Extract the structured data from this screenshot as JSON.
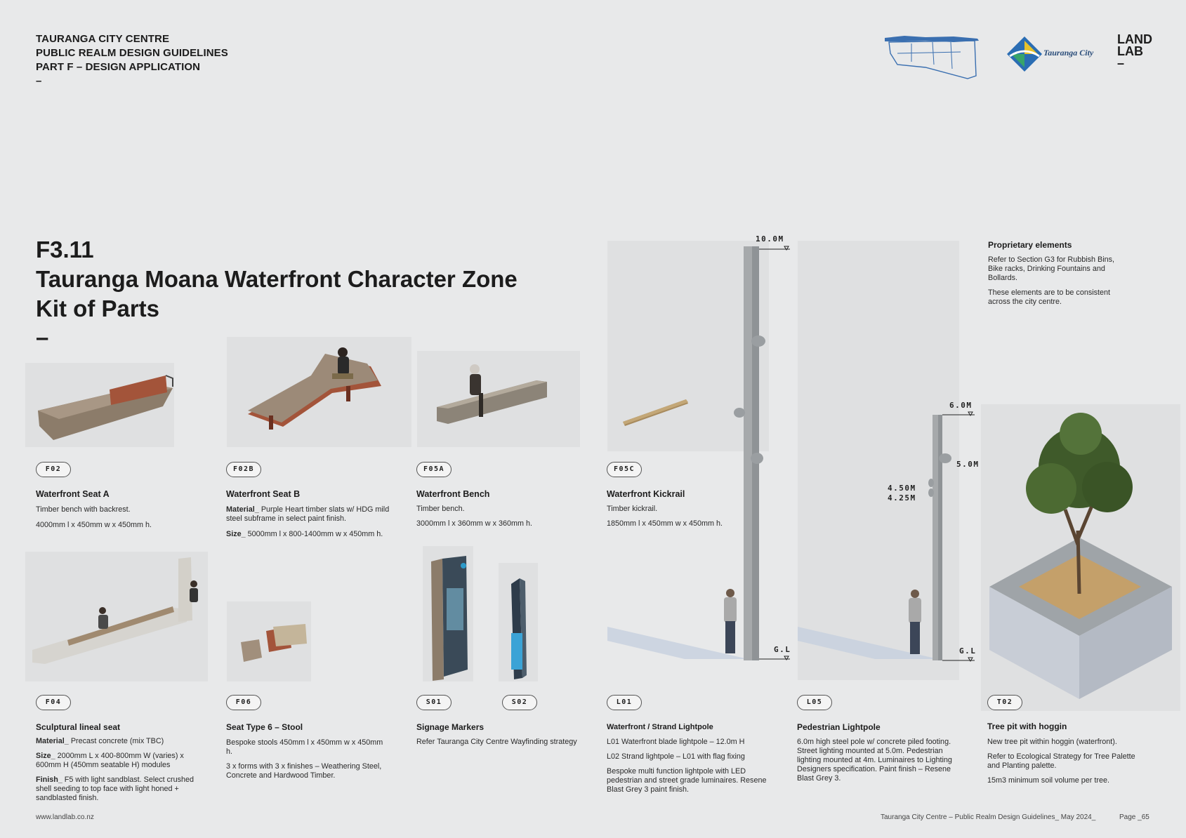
{
  "header": {
    "line1": "TAURANGA CITY CENTRE",
    "line2": "PUBLIC REALM DESIGN GUIDELINES",
    "line3": "PART F – DESIGN APPLICATION",
    "dash": "–"
  },
  "brand": {
    "council_name": "Tauranga City",
    "land": "LAND",
    "lab": "LAB",
    "dash": "–"
  },
  "section": {
    "number": "F3.11",
    "title_line1": "Tauranga Moana Waterfront Character Zone",
    "title_line2": "Kit of Parts",
    "dash": "–"
  },
  "proprietary": {
    "title": "Proprietary elements",
    "p1": "Refer to Section G3 for Rubbish Bins, Bike racks, Drinking Fountains and Bollards.",
    "p2": "These elements are to be consistent across the city centre."
  },
  "items": {
    "f02": {
      "code": "F02",
      "title": "Waterfront Seat A",
      "d1": "Timber bench with backrest.",
      "d2": "4000mm l x 450mm w x 450mm h."
    },
    "f02b": {
      "code": "F02B",
      "title": "Waterfront Seat B",
      "mat_label": "Material_",
      "mat": "Purple Heart timber slats w/ HDG mild steel subframe in select paint finish.",
      "size_label": "Size_",
      "size": "5000mm l x 800-1400mm w x 450mm h."
    },
    "f05a": {
      "code": "F05A",
      "title": "Waterfront Bench",
      "d1": "Timber bench.",
      "d2": "3000mm l x 360mm w x 360mm h."
    },
    "f05c": {
      "code": "F05C",
      "title": "Waterfront Kickrail",
      "d1": "Timber kickrail.",
      "d2": "1850mm l x 450mm w x 450mm h."
    },
    "f04": {
      "code": "F04",
      "title": "Sculptural lineal seat",
      "mat_label": "Material_",
      "mat": "Precast concrete (mix TBC)",
      "size_label": "Size_",
      "size": "2000mm L x 400-800mm W (varies) x 600mm H    (450mm seatable H) modules",
      "finish_label": "Finish_",
      "finish": "F5 with light sandblast. Select crushed shell seeding to top face with light honed + sandblasted finish."
    },
    "f06": {
      "code": "F06",
      "title": "Seat Type 6 – Stool",
      "d1": "Bespoke stools 450mm l x 450mm w x 450mm h.",
      "d2": "3 x forms with 3 x finishes – Weathering Steel, Concrete and Hardwood Timber."
    },
    "s01": {
      "code": "S01",
      "code2": "S02",
      "title": "Signage Markers",
      "d1": "Refer Tauranga City Centre Wayfinding strategy"
    },
    "l01": {
      "code": "L01",
      "title": "Waterfront / Strand Lightpole",
      "d1": "L01 Waterfront blade lightpole – 12.0m H",
      "d2": "L02 Strand lightpole – L01 with flag fixing",
      "d3": "Bespoke multi function lightpole with LED pedestrian and street grade luminaires. Resene Blast Grey 3 paint finish."
    },
    "l05": {
      "code": "L05",
      "title": "Pedestrian Lightpole",
      "d1": "6.0m high steel pole w/ concrete piled footing. Street lighting mounted at 5.0m. Pedestrian lighting mounted at 4m. Luminaires to Lighting Designers specification. Paint finish – Resene Blast Grey 3."
    },
    "t02": {
      "code": "T02",
      "title": "Tree pit with hoggin",
      "d1": "New tree pit within hoggin (waterfront).",
      "d2": "Refer to Ecological Strategy for Tree Palette and Planting palette.",
      "d3": "15m3 minimum soil volume per tree."
    }
  },
  "measurements": {
    "l01_top": "10.0M",
    "l01_gl": "G.L",
    "l05_top": "6.0M",
    "l05_mid": "5.0M",
    "l05_a": "4.50M",
    "l05_b": "4.25M",
    "l05_gl": "G.L"
  },
  "footer": {
    "website": "www.landlab.co.nz",
    "doc": "Tauranga City Centre – Public Realm Design Guidelines_ May 2024_",
    "page": "Page _65"
  },
  "colors": {
    "background": "#e8e9ea",
    "timber": "#8a7560",
    "corten": "#a3543a",
    "map_blue": "#3a6fb0",
    "pole_grey": "#8f9396"
  }
}
